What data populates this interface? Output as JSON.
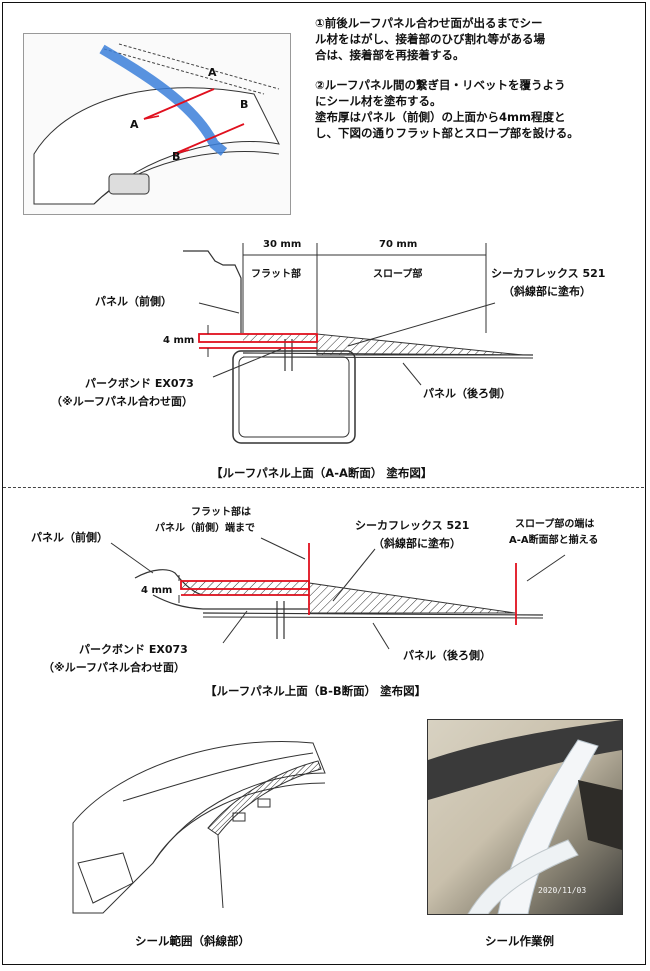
{
  "instructions": {
    "line1": "①前後ルーフパネル合わせ面が出るまでシー",
    "line2": "ル材をはがし、接着部のひび割れ等がある場",
    "line3": "合は、接着部を再接着する。",
    "line4": "②ルーフパネル間の繋ぎ目・リベットを覆うよう",
    "line5": "にシール材を塗布する。",
    "line6": "塗布厚はパネル（前側）の上面から4mm程度と",
    "line7": "し、下図の通りフラット部とスロープ部を設ける。"
  },
  "thumbnail": {
    "label_a": "A",
    "label_b": "B"
  },
  "diagram_aa": {
    "dim_flat": "30 mm",
    "dim_slope": "70 mm",
    "flat_label": "フラット部",
    "slope_label": "スロープ部",
    "sealant_name": "シーカフレックス 521",
    "sealant_note": "（斜線部に塗布）",
    "panel_front": "パネル（前側）",
    "thickness": "4 mm",
    "bond_name": "パークボンド EX073",
    "bond_note": "（※ルーフパネル合わせ面）",
    "panel_rear": "パネル（後ろ側）",
    "caption": "【ルーフパネル上面（A-A断面） 塗布図】"
  },
  "diagram_bb": {
    "flat_note1": "フラット部は",
    "flat_note2": "パネル（前側）端まで",
    "sealant_name": "シーカフレックス 521",
    "sealant_note": "（斜線部に塗布）",
    "slope_note1": "スロープ部の端は",
    "slope_note2": "A-A断面部と揃える",
    "panel_front": "パネル（前側）",
    "thickness": "4 mm",
    "bond_name": "パークボンド EX073",
    "bond_note": "（※ルーフパネル合わせ面）",
    "panel_rear": "パネル（後ろ側）",
    "caption": "【ルーフパネル上面（B-B断面） 塗布図】"
  },
  "bottom": {
    "seal_range_caption": "シール範囲（斜線部）",
    "photo_caption": "シール作業例",
    "photo_timestamp": "2020/11/03"
  }
}
